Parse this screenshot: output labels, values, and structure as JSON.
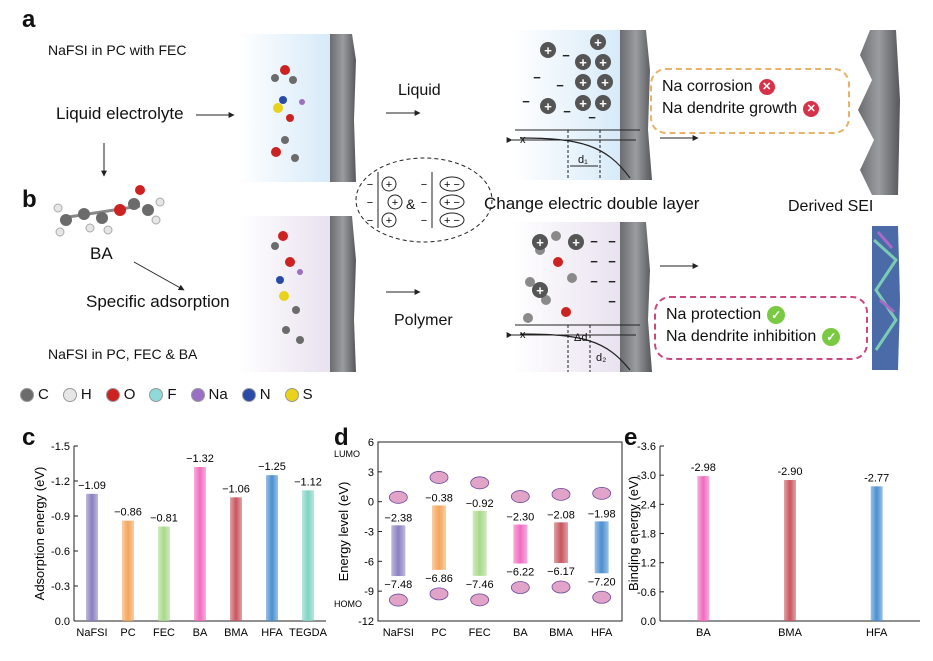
{
  "panel_a": {
    "letter": "a",
    "caption": "NaFSI in PC with FEC",
    "liquid_electrolyte": "Liquid electrolyte",
    "liquid": "Liquid",
    "callout": {
      "line1": "Na corrosion",
      "line2": "Na dendrite growth"
    },
    "axis_x": "x",
    "d1": "d₁",
    "derived_sei": "Derived SEI"
  },
  "panel_b": {
    "letter": "b",
    "molecule": "BA",
    "specific_adsorption": "Specific adsorption",
    "caption": "NaFSI in PC, FEC & BA",
    "polymer": "Polymer",
    "edl_label": "Change electric double layer",
    "amp": "&",
    "callout": {
      "line1": "Na protection",
      "line2": "Na dendrite inhibition"
    },
    "axis_x": "x",
    "delta_d": "Δd",
    "d2": "d₂"
  },
  "atom_legend": [
    {
      "symbol": "C",
      "color": "#6b6b6b"
    },
    {
      "symbol": "H",
      "color": "#e6e6e6"
    },
    {
      "symbol": "O",
      "color": "#cc2222"
    },
    {
      "symbol": "F",
      "color": "#8fd9d9"
    },
    {
      "symbol": "Na",
      "color": "#9a6fc4"
    },
    {
      "symbol": "N",
      "color": "#2a4aa8"
    },
    {
      "symbol": "S",
      "color": "#e8d21a"
    }
  ],
  "chart_data": [
    {
      "panel": "c",
      "type": "bar",
      "ylabel": "Adsorption energy (eV)",
      "categories": [
        "NaFSI",
        "PC",
        "FEC",
        "BA",
        "BMA",
        "HFA",
        "TEGDA"
      ],
      "values": [
        -1.09,
        -0.86,
        -0.81,
        -1.32,
        -1.06,
        -1.25,
        -1.12
      ],
      "value_labels": [
        "−1.09",
        "−0.86",
        "−0.81",
        "−1.32",
        "−1.06",
        "−1.25",
        "−1.12"
      ],
      "colors": [
        "#8a7fc0",
        "#f5a55a",
        "#a8d98a",
        "#f06bbf",
        "#c8555f",
        "#4a8fd0",
        "#7fd3c4"
      ],
      "ylim": [
        0,
        -1.5
      ],
      "yticks": [
        "0.0",
        "-0.3",
        "-0.6",
        "-0.9",
        "-1.2",
        "-1.5"
      ],
      "ytick_values": [
        0,
        -0.3,
        -0.6,
        -0.9,
        -1.2,
        -1.5
      ],
      "grid": false
    },
    {
      "panel": "d",
      "type": "bar",
      "ylabel": "Energy level (eV)",
      "categories": [
        "NaFSI",
        "PC",
        "FEC",
        "BA",
        "BMA",
        "HFA"
      ],
      "lumo": [
        -2.38,
        -0.38,
        -0.92,
        -2.3,
        -2.08,
        -1.98
      ],
      "homo": [
        -7.48,
        -6.86,
        -7.46,
        -6.22,
        -6.17,
        -7.2
      ],
      "lumo_labels": [
        "−2.38",
        "−0.38",
        "−0.92",
        "−2.30",
        "−2.08",
        "−1.98"
      ],
      "homo_labels": [
        "−7.48",
        "−6.86",
        "−7.46",
        "−6.22",
        "−6.17",
        "−7.20"
      ],
      "colors": [
        "#8a7fc0",
        "#f5a55a",
        "#a8d98a",
        "#f06bbf",
        "#c8555f",
        "#4a8fd0"
      ],
      "annotations": [
        "LUMO",
        "HOMO"
      ],
      "ylim": [
        -12,
        6
      ],
      "yticks": [
        "6",
        "3",
        "0",
        "-3",
        "-6",
        "-9",
        "-12"
      ],
      "ytick_values": [
        6,
        3,
        0,
        -3,
        -6,
        -9,
        -12
      ],
      "grid": false
    },
    {
      "panel": "e",
      "type": "bar",
      "ylabel": "Binding energy (eV)",
      "categories": [
        "BA",
        "BMA",
        "HFA"
      ],
      "values": [
        -2.98,
        -2.9,
        -2.77
      ],
      "value_labels": [
        "-2.98",
        "-2.90",
        "-2.77"
      ],
      "colors": [
        "#f06bbf",
        "#c8555f",
        "#4a8fd0"
      ],
      "ylim": [
        0,
        -3.6
      ],
      "yticks": [
        "-3.6",
        "-3.0",
        "-2.4",
        "-1.8",
        "-1.2",
        "-0.6",
        "0.0"
      ],
      "ytick_values": [
        -3.6,
        -3.0,
        -2.4,
        -1.8,
        -1.2,
        -0.6,
        0
      ],
      "grid": false
    }
  ],
  "panel_letters": {
    "c": "c",
    "d": "d",
    "e": "e"
  }
}
